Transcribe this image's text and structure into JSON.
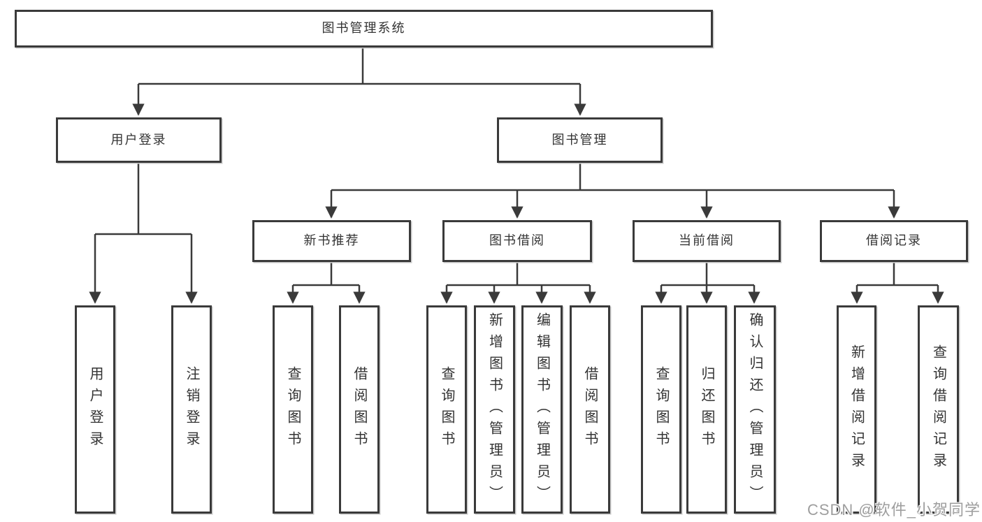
{
  "tree": {
    "root": "图书管理系统",
    "branches": [
      {
        "label": "用户登录",
        "children": [
          "用户登录",
          "注销登录"
        ]
      },
      {
        "label": "图书管理",
        "children": [
          {
            "label": "新书推荐",
            "children": [
              "查询图书",
              "借阅图书"
            ]
          },
          {
            "label": "图书借阅",
            "children": [
              "查询图书",
              "新增图书（管理员）",
              "编辑图书（管理员）",
              "借阅图书"
            ]
          },
          {
            "label": "当前借阅",
            "children": [
              "查询图书",
              "归还图书",
              "确认归还（管理员）"
            ]
          },
          {
            "label": "借阅记录",
            "children": [
              "新增借阅记录",
              "查询借阅记录"
            ]
          }
        ]
      }
    ]
  },
  "watermark": {
    "text": "CSDN @软件_小贺同学"
  },
  "colors": {
    "line": "#3a3a3a",
    "box_border": "#3a3a3a",
    "text": "#333333",
    "watermark": "#9e9e9e",
    "background": "#ffffff"
  }
}
